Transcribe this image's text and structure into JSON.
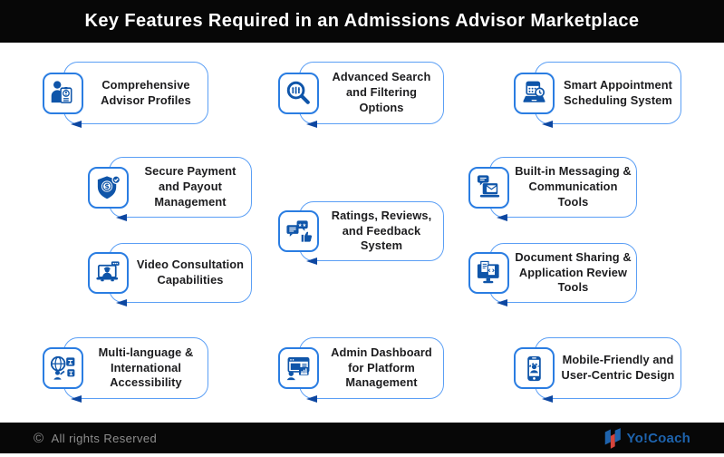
{
  "header": {
    "title": "Key Features Required in an Admissions Advisor Marketplace"
  },
  "features": [
    {
      "label": "Comprehensive Advisor Profiles",
      "icon": "advisor-profile-icon"
    },
    {
      "label": "Advanced Search and Filtering Options",
      "icon": "search-filter-icon"
    },
    {
      "label": "Smart Appointment Scheduling System",
      "icon": "appointment-scheduling-icon"
    },
    {
      "label": "Secure Payment and Payout Management",
      "icon": "secure-payment-icon"
    },
    {
      "label": "Built-in Messaging & Communication Tools",
      "icon": "messaging-communication-icon"
    },
    {
      "label": "Ratings, Reviews, and Feedback System",
      "icon": "ratings-reviews-icon"
    },
    {
      "label": "Video Consultation Capabilities",
      "icon": "video-consultation-icon"
    },
    {
      "label": "Document Sharing & Application Review Tools",
      "icon": "document-sharing-icon"
    },
    {
      "label": "Multi-language & International Accessibility",
      "icon": "multilanguage-accessibility-icon"
    },
    {
      "label": "Admin Dashboard for Platform Management",
      "icon": "admin-dashboard-icon"
    },
    {
      "label": "Mobile-Friendly and User-Centric Design",
      "icon": "mobile-friendly-icon"
    }
  ],
  "footer": {
    "copyright_symbol": "©",
    "copyright": "All rights Reserved",
    "brand": "Yo!Coach"
  },
  "colors": {
    "header_bg": "#070707",
    "icon_fill": "#0f55a9",
    "icon_box_border": "#2a7de2",
    "bubble_border": "#5b9ff5",
    "tail": "#0d47a1",
    "card_text": "#1c1c1e",
    "footer_text": "#8e8e8e",
    "brand_blue": "#1e63ad",
    "brand_red": "#d6453c"
  }
}
